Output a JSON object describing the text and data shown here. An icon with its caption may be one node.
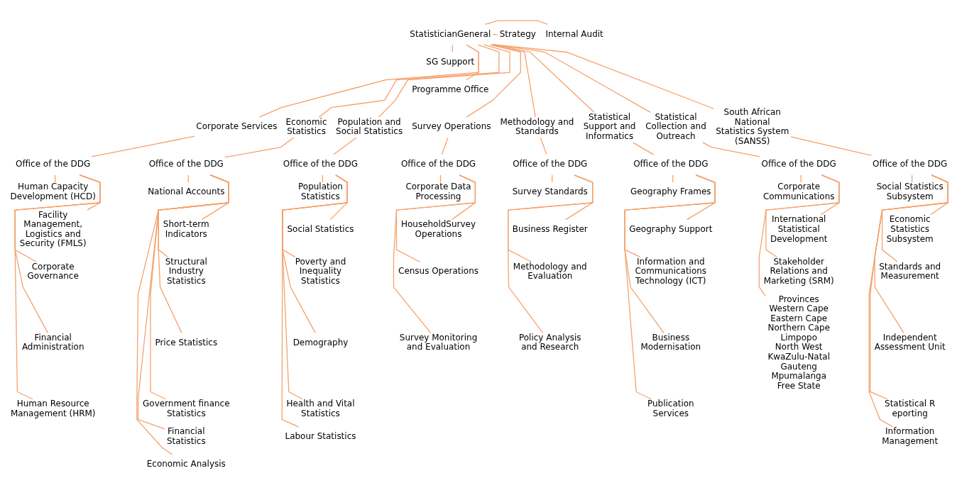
{
  "diagram": {
    "nodes": [
      {
        "text": [
          "StatisticianGeneral"
        ]
      },
      {
        "text": [
          "Internal Audit"
        ]
      },
      {
        "text": [
          "Strategy"
        ]
      },
      {
        "text": [
          "SG Support"
        ]
      },
      {
        "text": [
          "Programme Office"
        ]
      },
      {
        "text": [
          "Corporate Services"
        ]
      },
      {
        "text": [
          "Office of the DDG"
        ]
      },
      {
        "text": [
          "Human Capacity Development (HCD)"
        ]
      },
      {
        "text": [
          "Facility Management, Logistics and Security (FMLS)"
        ]
      },
      {
        "text": [
          "Corporate Governance"
        ]
      },
      {
        "text": [
          "Financial Administration"
        ]
      },
      {
        "text": [
          "Human Resource Management (HRM)"
        ]
      },
      {
        "text": [
          "Economic Statistics"
        ]
      },
      {
        "text": [
          "Office of the DDG"
        ]
      },
      {
        "text": [
          "National Accounts"
        ]
      },
      {
        "text": [
          "Short-term Indicators"
        ]
      },
      {
        "text": [
          "Structural Industry Statistics"
        ]
      },
      {
        "text": [
          "Price Statistics"
        ]
      },
      {
        "text": [
          "Government finance Statistics"
        ]
      },
      {
        "text": [
          "Financial Statistics"
        ]
      },
      {
        "text": [
          "Economic Analysis"
        ]
      },
      {
        "text": [
          "Population and Social Statistics"
        ]
      },
      {
        "text": [
          "Office of the DDG"
        ]
      },
      {
        "text": [
          "Population Statistics"
        ]
      },
      {
        "text": [
          "Social Statistics"
        ]
      },
      {
        "text": [
          "Poverty and Inequality Statistics"
        ]
      },
      {
        "text": [
          "Demography"
        ]
      },
      {
        "text": [
          "Health and Vital Statistics"
        ]
      },
      {
        "text": [
          "Labour Statistics"
        ]
      },
      {
        "text": [
          "Survey Operations"
        ]
      },
      {
        "text": [
          "Office of the DDG"
        ]
      },
      {
        "text": [
          "Corporate Data Processing"
        ]
      },
      {
        "text": [
          "HouseholdSurvey Operations"
        ]
      },
      {
        "text": [
          "Census Operations"
        ]
      },
      {
        "text": [
          "Survey Monitoring and Evaluation"
        ]
      },
      {
        "text": [
          "Methodology and Standards"
        ]
      },
      {
        "text": [
          "Office of the DDG"
        ]
      },
      {
        "text": [
          "Survey Standards"
        ]
      },
      {
        "text": [
          "Business Register"
        ]
      },
      {
        "text": [
          "Methodology and Evaluation"
        ]
      },
      {
        "text": [
          "Policy Analysis and Research"
        ]
      },
      {
        "text": [
          "Statistical Support and Informatics"
        ]
      },
      {
        "text": [
          "Office of the DDG"
        ]
      },
      {
        "text": [
          "Geography Frames"
        ]
      },
      {
        "text": [
          "Geography Support"
        ]
      },
      {
        "text": [
          "Information and Communications Technology (ICT)"
        ]
      },
      {
        "text": [
          "Business Modernisation"
        ]
      },
      {
        "text": [
          "Publication Services"
        ]
      },
      {
        "text": [
          "Statistical Collection and Outreach"
        ]
      },
      {
        "text": [
          "Office of the DDG"
        ]
      },
      {
        "text": [
          "Corporate Communications"
        ]
      },
      {
        "text": [
          "International Statistical Development"
        ]
      },
      {
        "text": [
          "Stakeholder Relations and Marketing (SRM)"
        ]
      },
      {
        "text": [
          "Provinces",
          "Western Cape",
          "Eastern Cape",
          "Northern Cape",
          "Limpopo",
          "North West",
          "KwaZulu-Natal",
          "Gauteng",
          "Mpumalanga",
          "Free State"
        ]
      },
      {
        "text": [
          "South African National Statistics System (SANSS)"
        ]
      },
      {
        "text": [
          "Office of the DDG"
        ]
      },
      {
        "text": [
          "Social Statistics Subsystem"
        ]
      },
      {
        "text": [
          "Economic Statistics Subsystem"
        ]
      },
      {
        "text": [
          "Standards and Measurement"
        ]
      },
      {
        "text": [
          "Independent Assessment Unit"
        ]
      },
      {
        "text": [
          "Statistical R eporting"
        ]
      },
      {
        "text": [
          "Information Management"
        ]
      }
    ],
    "edges": [
      {
        "from": 0,
        "to": 1,
        "arrow": "none"
      },
      {
        "from": 0,
        "to": 2,
        "arrow": "none"
      },
      {
        "from": 0,
        "to": 3,
        "arrow": "none"
      },
      {
        "from": 0,
        "to": 4,
        "arrow": "none"
      },
      {
        "from": 0,
        "to": 5,
        "arrow": "none"
      },
      {
        "from": 0,
        "to": 12,
        "arrow": "none"
      },
      {
        "from": 0,
        "to": 21,
        "arrow": "none"
      },
      {
        "from": 0,
        "to": 29,
        "arrow": "none"
      },
      {
        "from": 0,
        "to": 35,
        "arrow": "none"
      },
      {
        "from": 0,
        "to": 41,
        "arrow": "none"
      },
      {
        "from": 0,
        "to": 48,
        "arrow": "none"
      },
      {
        "from": 0,
        "to": 54,
        "arrow": "none"
      },
      {
        "from": 5,
        "to": 6,
        "arrow": "none"
      },
      {
        "from": 6,
        "to": 7,
        "arrow": "none"
      },
      {
        "from": 6,
        "to": 8,
        "arrow": "none"
      },
      {
        "from": 6,
        "to": 9,
        "arrow": "none"
      },
      {
        "from": 6,
        "to": 10,
        "arrow": "none"
      },
      {
        "from": 6,
        "to": 11,
        "arrow": "none"
      },
      {
        "from": 12,
        "to": 13,
        "arrow": "none"
      },
      {
        "from": 13,
        "to": 14,
        "arrow": "none"
      },
      {
        "from": 13,
        "to": 15,
        "arrow": "none"
      },
      {
        "from": 13,
        "to": 16,
        "arrow": "none"
      },
      {
        "from": 13,
        "to": 17,
        "arrow": "none"
      },
      {
        "from": 13,
        "to": 18,
        "arrow": "none"
      },
      {
        "from": 13,
        "to": 19,
        "arrow": "none"
      },
      {
        "from": 13,
        "to": 20,
        "arrow": "none"
      },
      {
        "from": 21,
        "to": 22,
        "arrow": "none"
      },
      {
        "from": 22,
        "to": 23,
        "arrow": "none"
      },
      {
        "from": 22,
        "to": 24,
        "arrow": "none"
      },
      {
        "from": 22,
        "to": 25,
        "arrow": "none"
      },
      {
        "from": 22,
        "to": 26,
        "arrow": "none"
      },
      {
        "from": 22,
        "to": 27,
        "arrow": "none"
      },
      {
        "from": 22,
        "to": 28,
        "arrow": "none"
      },
      {
        "from": 29,
        "to": 30,
        "arrow": "none"
      },
      {
        "from": 30,
        "to": 31,
        "arrow": "none"
      },
      {
        "from": 30,
        "to": 32,
        "arrow": "none"
      },
      {
        "from": 30,
        "to": 33,
        "arrow": "none"
      },
      {
        "from": 30,
        "to": 34,
        "arrow": "none"
      },
      {
        "from": 35,
        "to": 36,
        "arrow": "none"
      },
      {
        "from": 36,
        "to": 37,
        "arrow": "none"
      },
      {
        "from": 36,
        "to": 38,
        "arrow": "none"
      },
      {
        "from": 36,
        "to": 39,
        "arrow": "none"
      },
      {
        "from": 36,
        "to": 40,
        "arrow": "none"
      },
      {
        "from": 41,
        "to": 42,
        "arrow": "none"
      },
      {
        "from": 42,
        "to": 43,
        "arrow": "none"
      },
      {
        "from": 42,
        "to": 44,
        "arrow": "none"
      },
      {
        "from": 42,
        "to": 45,
        "arrow": "none"
      },
      {
        "from": 42,
        "to": 46,
        "arrow": "none"
      },
      {
        "from": 42,
        "to": 47,
        "arrow": "none"
      },
      {
        "from": 48,
        "to": 49,
        "arrow": "none"
      },
      {
        "from": 49,
        "to": 50,
        "arrow": "none"
      },
      {
        "from": 49,
        "to": 51,
        "arrow": "none"
      },
      {
        "from": 49,
        "to": 52,
        "arrow": "none"
      },
      {
        "from": 49,
        "to": 53,
        "arrow": "none"
      },
      {
        "from": 54,
        "to": 55,
        "arrow": "none"
      },
      {
        "from": 55,
        "to": 56,
        "arrow": "none"
      },
      {
        "from": 55,
        "to": 57,
        "arrow": "none"
      },
      {
        "from": 55,
        "to": 58,
        "arrow": "none"
      },
      {
        "from": 55,
        "to": 59,
        "arrow": "none"
      },
      {
        "from": 55,
        "to": 60,
        "arrow": "none"
      },
      {
        "from": 55,
        "to": 61,
        "arrow": "none"
      }
    ]
  }
}
